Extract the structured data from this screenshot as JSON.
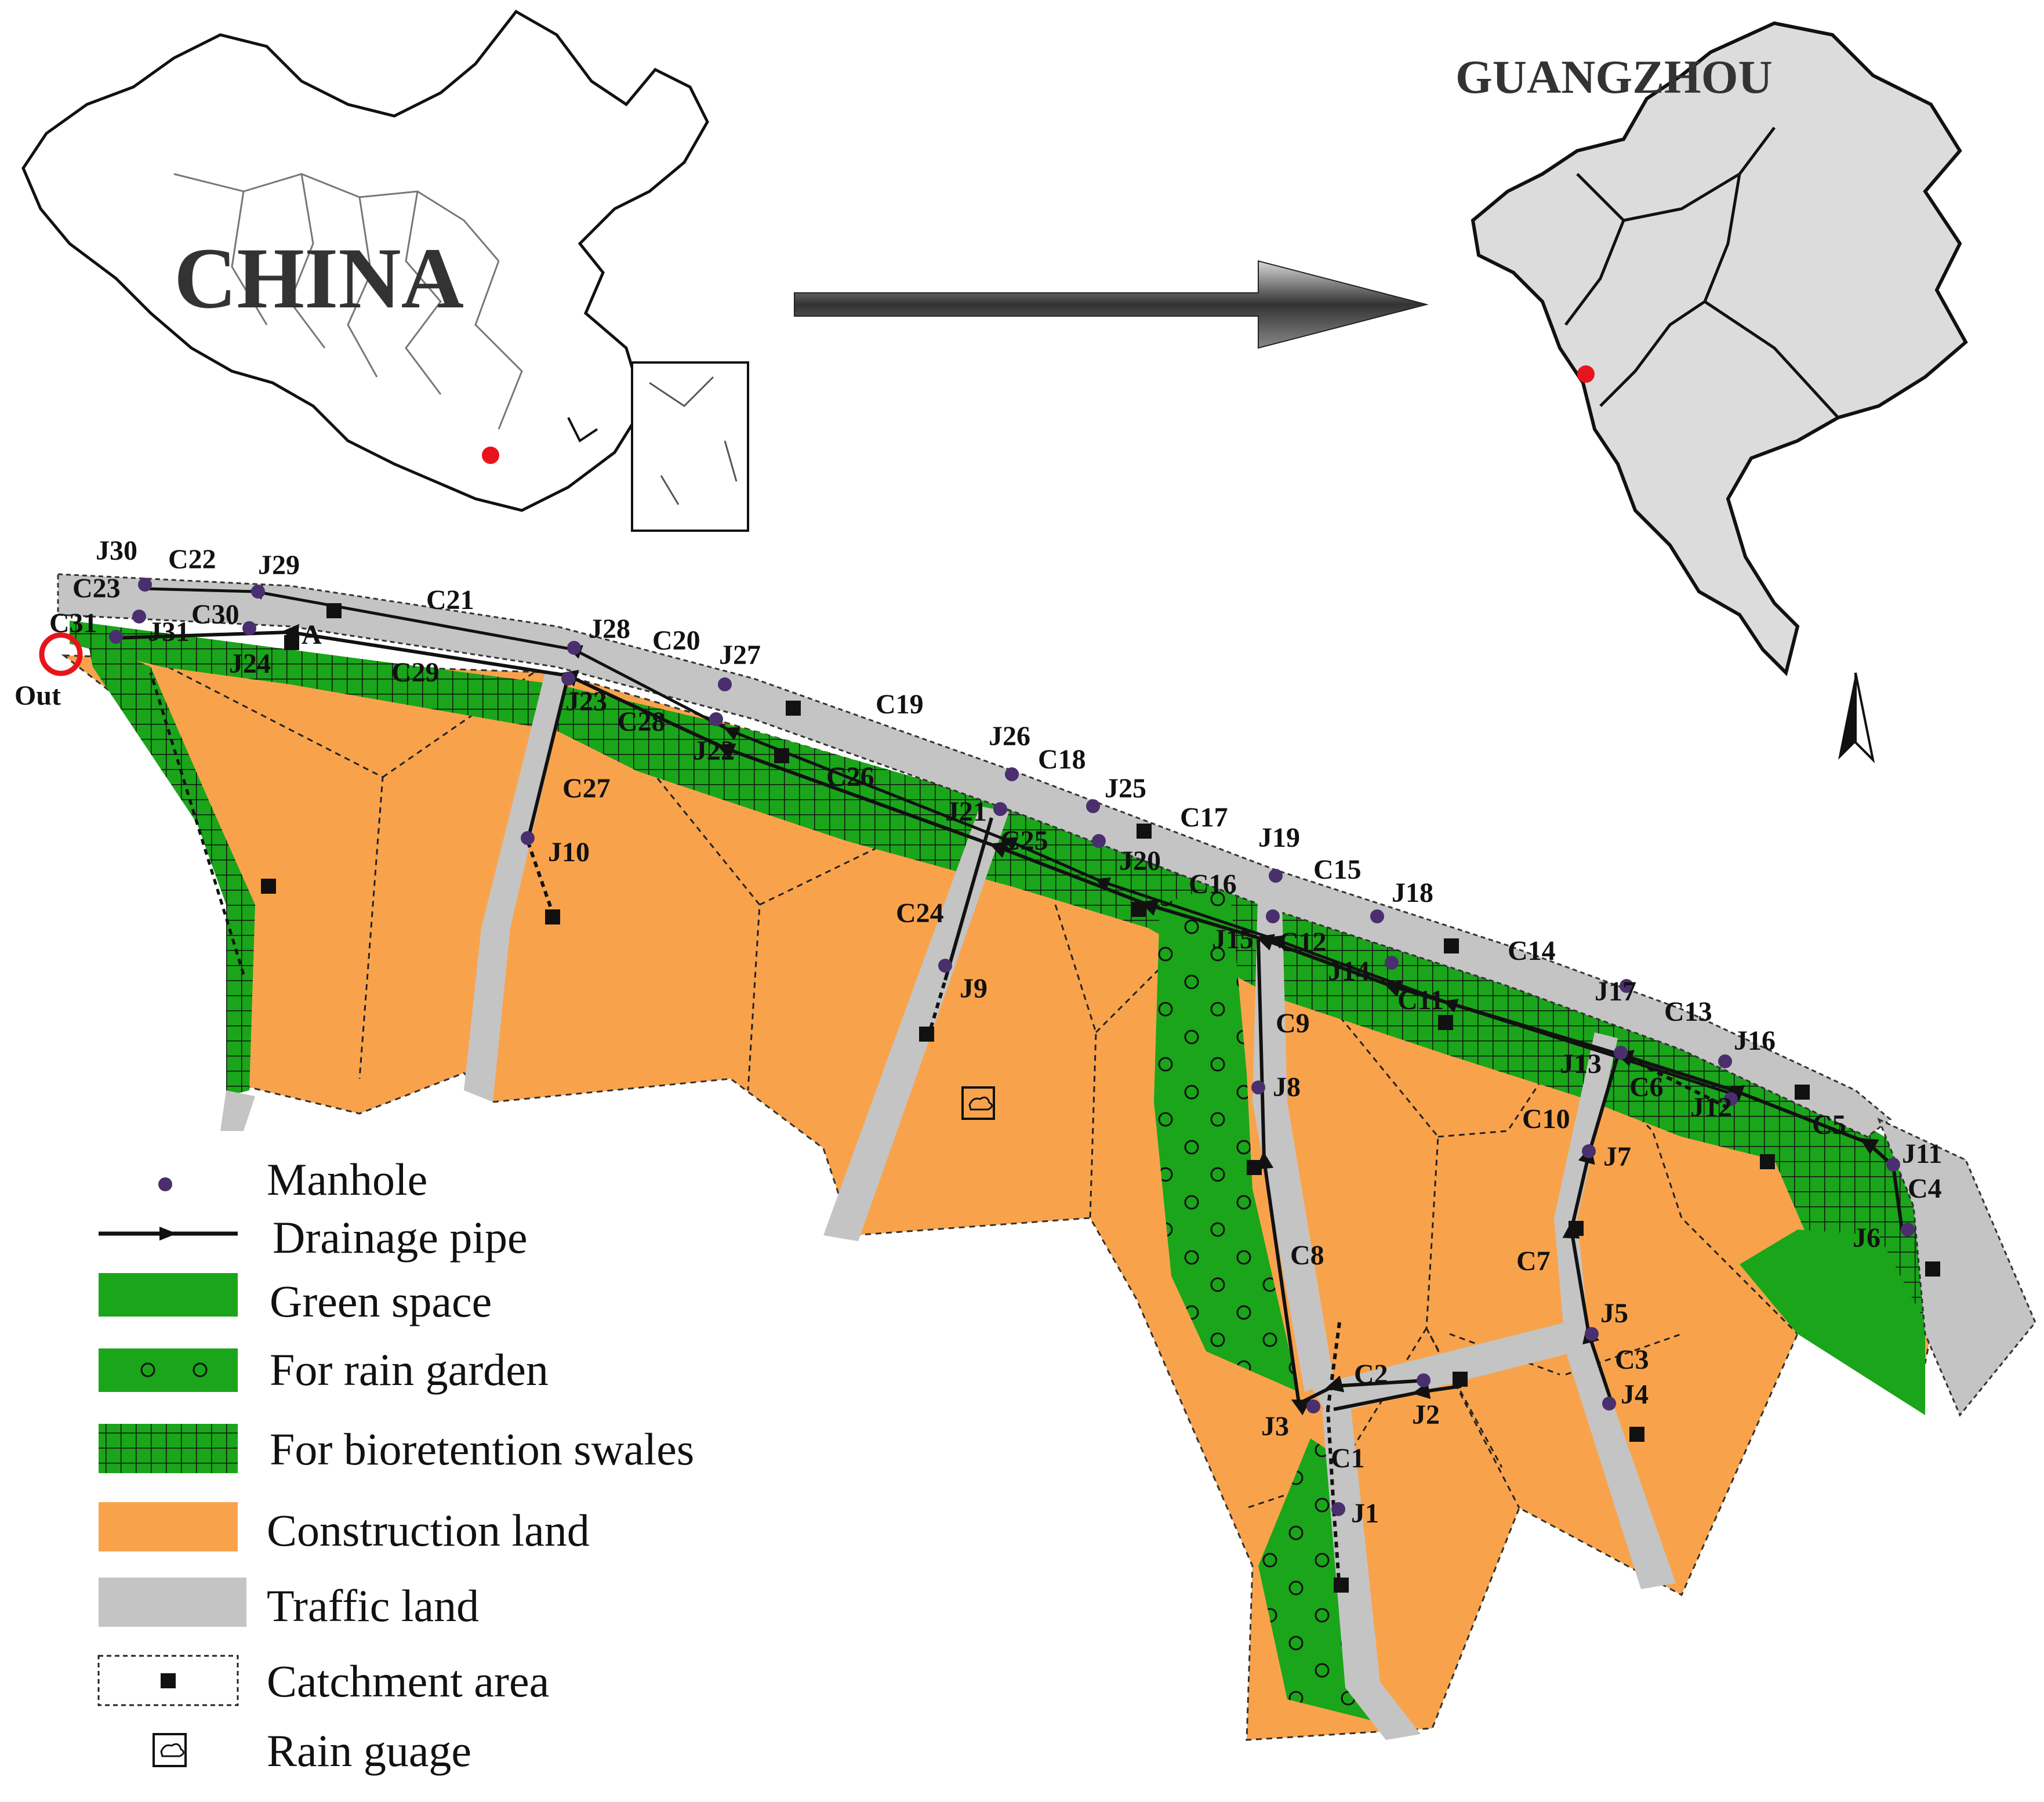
{
  "map": {
    "china_label": "CHINA",
    "guangzhou_label": "GUANGZHOU",
    "outlet_label": "Out",
    "point_a_label": "A",
    "colors": {
      "green_space": "#1aa51a",
      "construction_land": "#f8a34c",
      "traffic_land": "#c4c4c4",
      "manhole": "#4a2f6e",
      "location_marker": "#e8141b",
      "outlet_marker": "#e8141b"
    },
    "manholes": [
      "J1",
      "J2",
      "J3",
      "J4",
      "J5",
      "J6",
      "J7",
      "J8",
      "J9",
      "J10",
      "J11",
      "J12",
      "J13",
      "J14",
      "J15",
      "J16",
      "J17",
      "J18",
      "J19",
      "J20",
      "J21",
      "J22",
      "J23",
      "J24",
      "J25",
      "J26",
      "J27",
      "J28",
      "J29",
      "J30",
      "J31"
    ],
    "conduits": [
      "C1",
      "C2",
      "C3",
      "C4",
      "C5",
      "C6",
      "C7",
      "C8",
      "C9",
      "C10",
      "C11",
      "C12",
      "C13",
      "C14",
      "C15",
      "C16",
      "C17",
      "C18",
      "C19",
      "C20",
      "C21",
      "C22",
      "C23",
      "C24",
      "C25",
      "C26",
      "C27",
      "C28",
      "C29",
      "C30",
      "C31"
    ]
  },
  "legend": {
    "manhole": "Manhole",
    "drainage_pipe": "Drainage pipe",
    "green_space": "Green space",
    "rain_garden": "For rain garden",
    "bioretention": "For bioretention swales",
    "construction": "Construction land",
    "traffic": "Traffic land",
    "catchment": "Catchment area",
    "rain_gauge": "Rain guage"
  }
}
